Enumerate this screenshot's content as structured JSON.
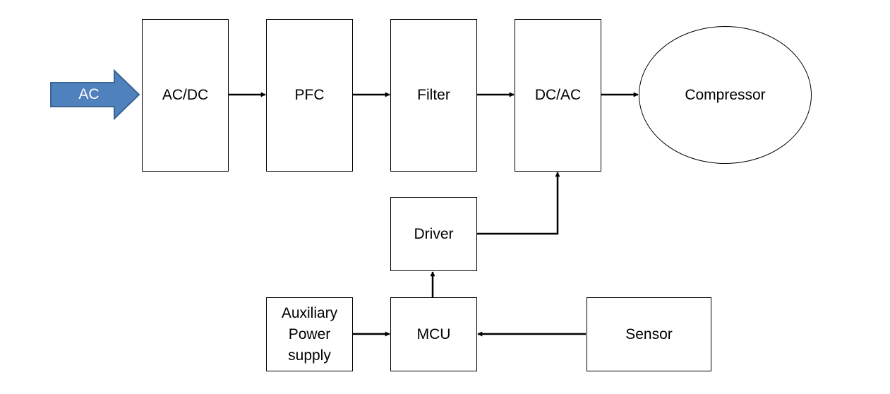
{
  "colors": {
    "input_arrow_fill": "#4f81bd",
    "input_arrow_stroke": "#3a6494",
    "line": "#000000"
  },
  "input": {
    "label": "AC"
  },
  "blocks": {
    "acdc": "AC/DC",
    "pfc": "PFC",
    "filter": "Filter",
    "dcac": "DC/AC",
    "compressor": "Compressor",
    "driver": "Driver",
    "aux_lines": [
      "Auxiliary",
      "Power",
      "supply"
    ],
    "mcu": "MCU",
    "sensor": "Sensor"
  }
}
